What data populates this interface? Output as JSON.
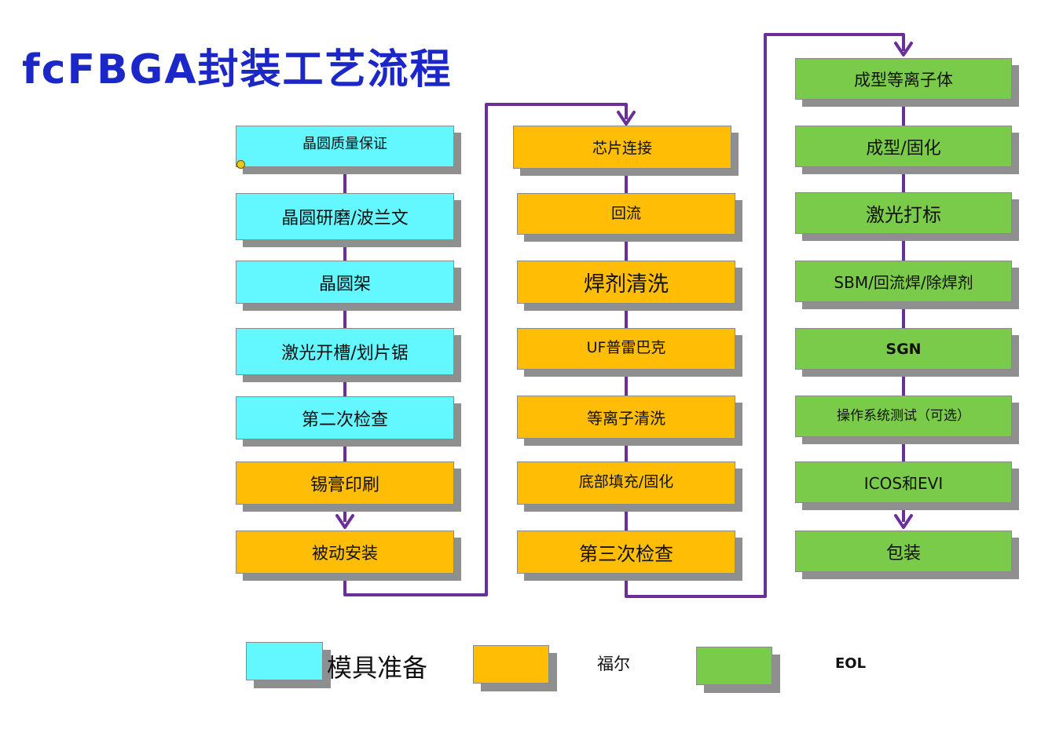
{
  "title": "fcFBGA封装工艺流程",
  "colors": {
    "cyan": "#63f7ff",
    "orange": "#ffbd06",
    "green": "#7acb49",
    "connector": "#6b2f9a",
    "title": "#1c27c7"
  },
  "column1": {
    "steps": [
      "晶圆质量保证",
      "晶圆研磨/波兰文",
      "晶圆架",
      "激光开槽/划片锯",
      "第二次检查",
      "锡膏印刷",
      "被动安装"
    ]
  },
  "column2": {
    "steps": [
      "芯片连接",
      "回流",
      "焊剂清洗",
      "UF普雷巴克",
      "等离子清洗",
      "底部填充/固化",
      "第三次检查"
    ]
  },
  "column3": {
    "steps": [
      "成型等离子体",
      "成型/固化",
      "激光打标",
      "SBM/回流焊/除焊剂",
      "SGN",
      "操作系统测试（可选）",
      "ICOS和EVI",
      "包装"
    ]
  },
  "legend": {
    "cyan_label": "模具准备",
    "orange_label": "福尔",
    "green_label": "EOL"
  }
}
